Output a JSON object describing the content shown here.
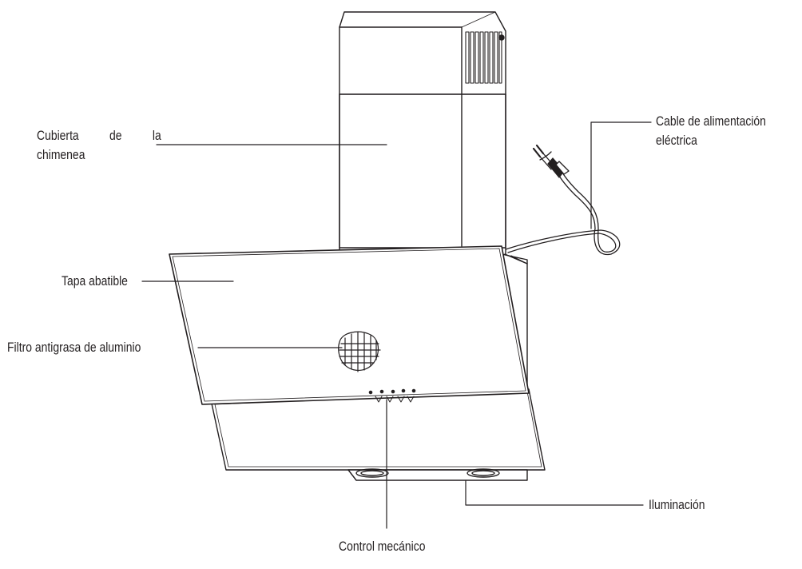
{
  "diagram": {
    "labels": {
      "chimney_cover_line1": [
        "Cubierta",
        "de",
        "la"
      ],
      "chimney_cover_line2": "chimenea",
      "tilt_lid": "Tapa abatible",
      "grease_filter": "Filtro antigrasa de aluminio",
      "power_cable_line1": "Cable de alimentación",
      "power_cable_line2": "eléctrica",
      "lighting": "Iluminación",
      "mechanical_control": "Control mecánico"
    },
    "colors": {
      "stroke": "#231f20",
      "background": "#ffffff"
    }
  }
}
